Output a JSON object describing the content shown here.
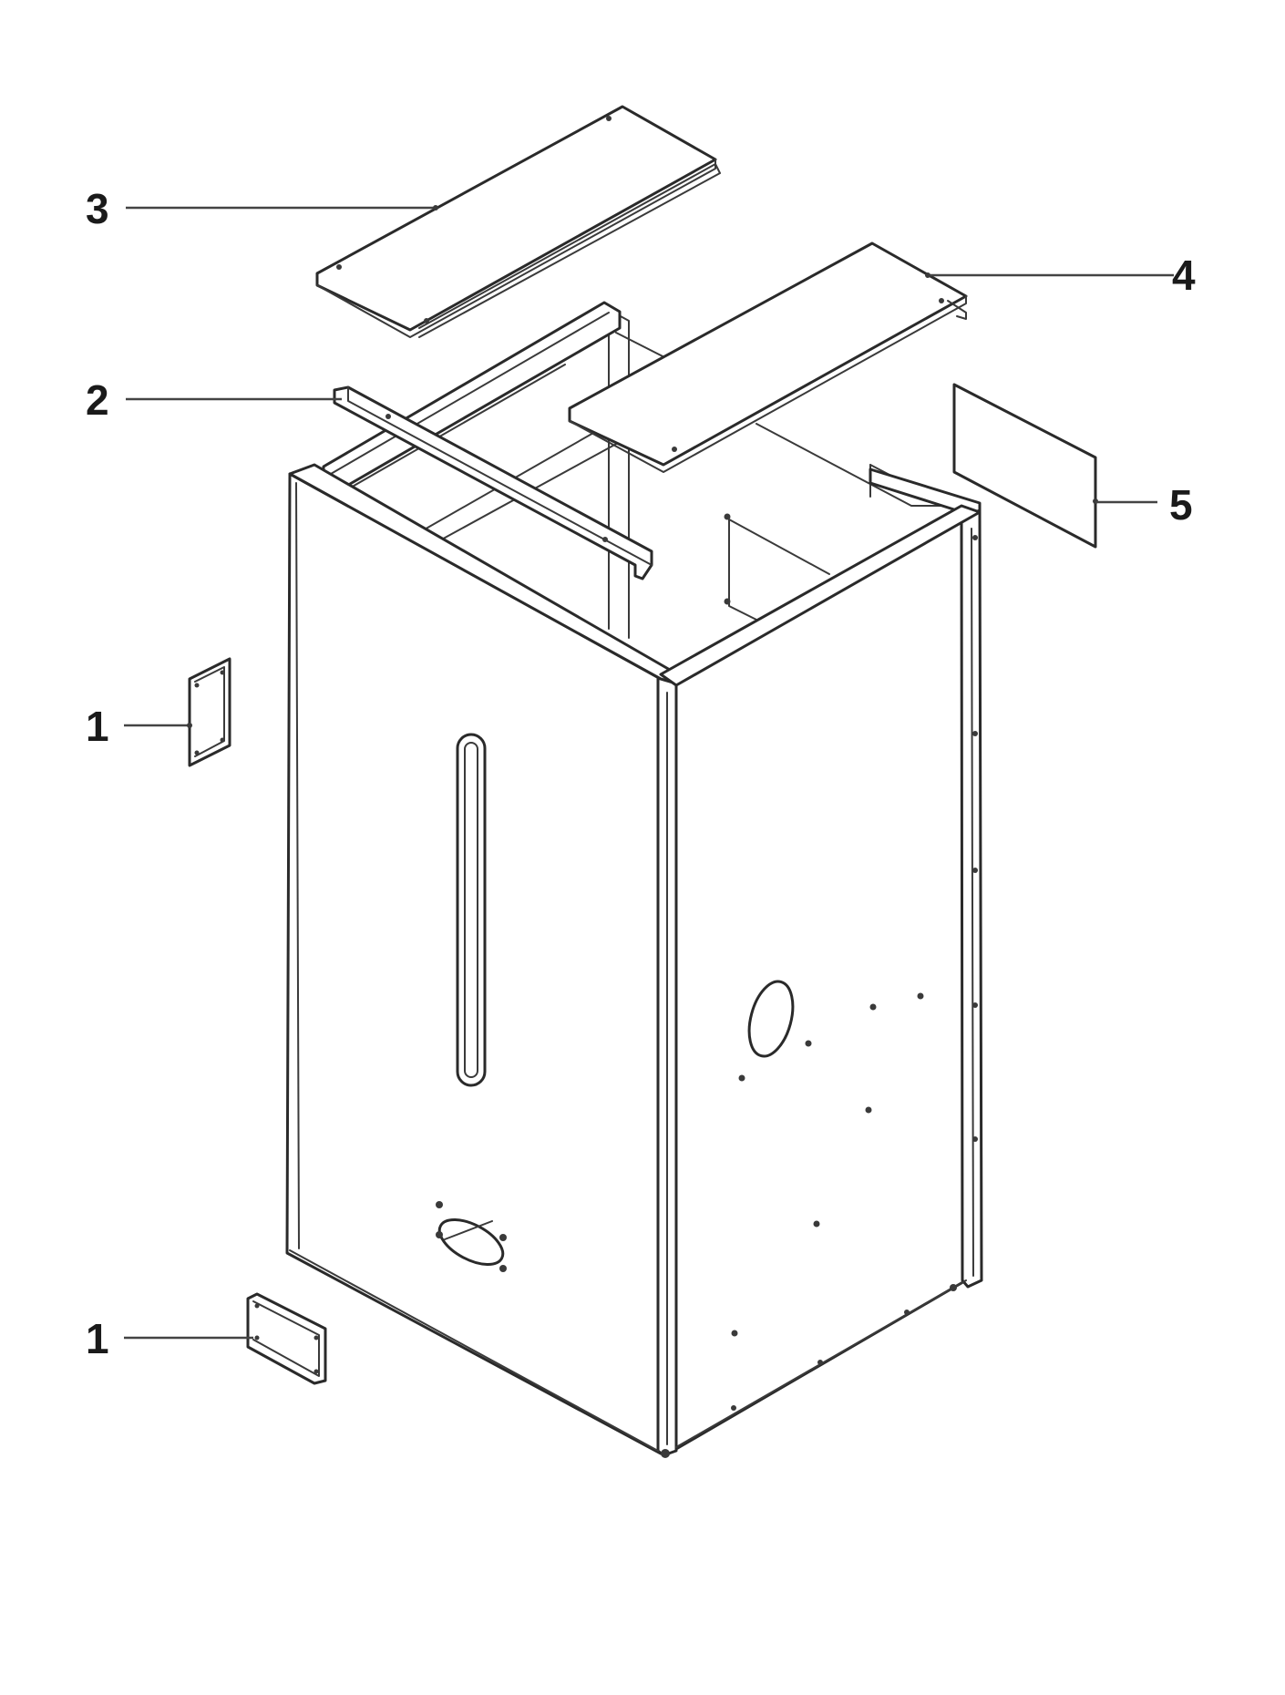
{
  "callouts": [
    {
      "id": "1a",
      "label": "1"
    },
    {
      "id": "1b",
      "label": "1"
    },
    {
      "id": "2",
      "label": "2"
    },
    {
      "id": "3",
      "label": "3"
    },
    {
      "id": "4",
      "label": "4"
    },
    {
      "id": "5",
      "label": "5"
    }
  ],
  "colors": {
    "line": "#2a2a2a",
    "background": "#ffffff"
  }
}
